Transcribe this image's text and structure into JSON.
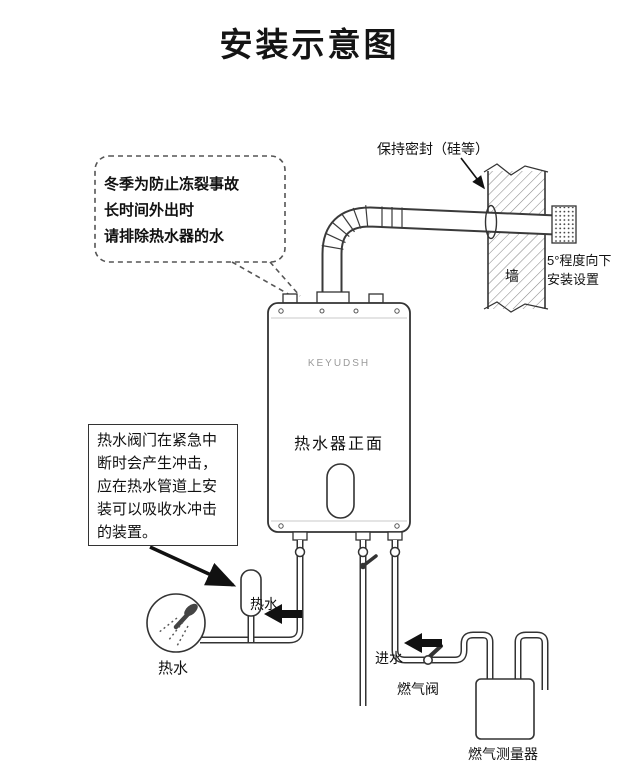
{
  "title": "安装示意图",
  "callouts": {
    "freeze_note": "冬季为防止冻裂事故\n长时间外出时\n请排除热水器的水",
    "shock_note": "热水阀门在紧急中断时会产生冲击，应在热水管道上安装可以吸收水冲击的装置。"
  },
  "labels": {
    "seal": "保持密封（硅等）",
    "slope": "5°程度向下\n安装设置",
    "wall": "墙",
    "brand": "KEYUDSH",
    "heater_front": "热水器正面",
    "hot_water_pipe": "热水",
    "shower": "热水",
    "water_inlet": "进水",
    "gas_valve": "燃气阀",
    "gas_meter": "燃气测量器"
  },
  "colors": {
    "line": "#333333",
    "text": "#111111",
    "arrow": "#111111"
  }
}
